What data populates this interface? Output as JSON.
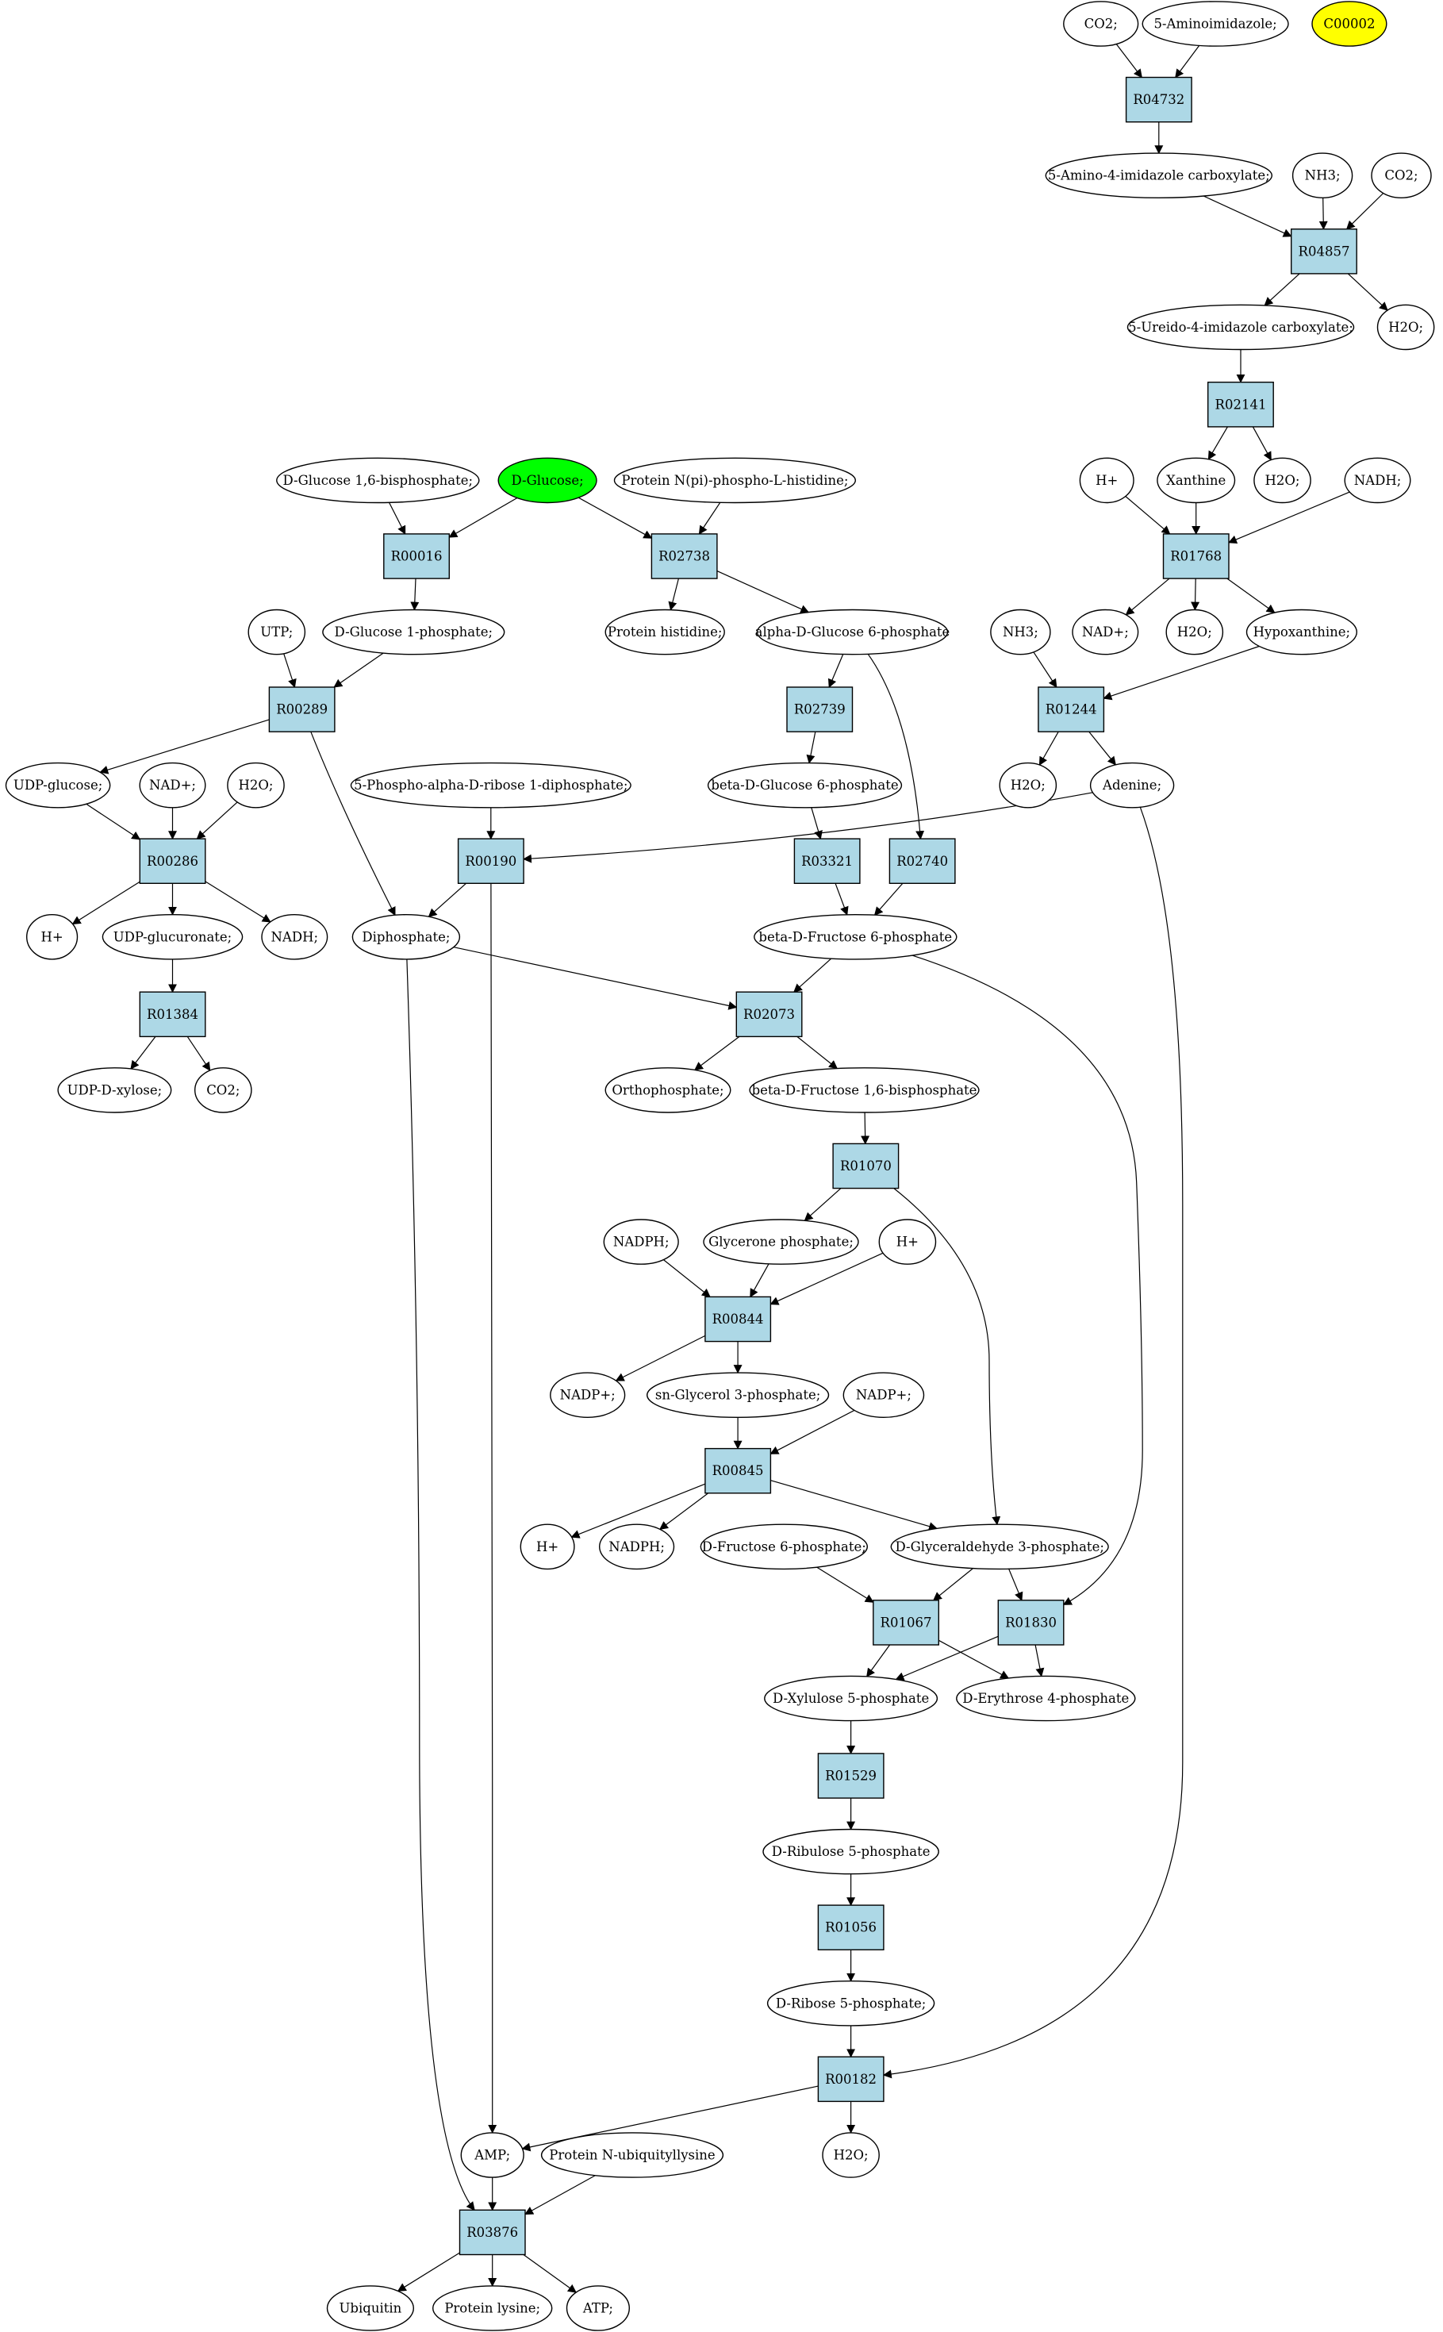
{
  "colors": {
    "reaction_fill": "#add8e6",
    "compound_fill": "#ffffff",
    "highlight_green": "#00ff00",
    "highlight_yellow": "#ffff00"
  },
  "nodes": {
    "co2_a": "CO2;",
    "aminoimidazole": "5-Aminoimidazole;",
    "c00002": "C00002",
    "r04732": "R04732",
    "amino_imid_carb": "5-Amino-4-imidazole carboxylate;",
    "nh3_a": "NH3;",
    "co2_b": "CO2;",
    "r04857": "R04857",
    "ureido": "5-Ureido-4-imidazole carboxylate;",
    "h2o_a": "H2O;",
    "r02141": "R02141",
    "g16bp": "D-Glucose 1,6-bisphosphate;",
    "dglucose": "D-Glucose;",
    "protein_nphis": "Protein N(pi)-phospho-L-histidine;",
    "hplus_a": "H+",
    "xanthine": "Xanthine",
    "h2o_b": "H2O;",
    "nadh_a": "NADH;",
    "r00016": "R00016",
    "r02738": "R02738",
    "r01768": "R01768",
    "utp": "UTP;",
    "g1p": "D-Glucose 1-phosphate;",
    "protein_his": "Protein histidine;",
    "ag6p": "alpha-D-Glucose 6-phosphate",
    "nadplus_a": "NAD+;",
    "h2o_c": "H2O;",
    "hypoxanthine": "Hypoxanthine;",
    "nh3_b": "NH3;",
    "r00289": "R00289",
    "r02739": "R02739",
    "r01244": "R01244",
    "udpglucose": "UDP-glucose;",
    "nadplus_b": "NAD+;",
    "h2o_d": "H2O;",
    "prpp": "5-Phospho-alpha-D-ribose 1-diphosphate;",
    "bg6p": "beta-D-Glucose 6-phosphate",
    "h2o_e": "H2O;",
    "adenine": "Adenine;",
    "r00286": "R00286",
    "r00190": "R00190",
    "r03321": "R03321",
    "r02740": "R02740",
    "hplus_b": "H+",
    "udpglucuronate": "UDP-glucuronate;",
    "nadh_b": "NADH;",
    "diphosphate": "Diphosphate;",
    "bf6p": "beta-D-Fructose 6-phosphate",
    "r01384": "R01384",
    "r02073": "R02073",
    "udpxylose": "UDP-D-xylose;",
    "co2_c": "CO2;",
    "orthophosphate": "Orthophosphate;",
    "bf16bp": "beta-D-Fructose 1,6-bisphosphate",
    "r01070": "R01070",
    "nadph_a": "NADPH;",
    "glycerone": "Glycerone phosphate;",
    "hplus_c": "H+",
    "r00844": "R00844",
    "nadpplus_a": "NADP+;",
    "g3p": "sn-Glycerol 3-phosphate;",
    "nadpplus_b": "NADP+;",
    "r00845": "R00845",
    "hplus_d": "H+",
    "nadph_b": "NADPH;",
    "df6p": "D-Fructose 6-phosphate;",
    "gap": "D-Glyceraldehyde 3-phosphate;",
    "r01067": "R01067",
    "r01830": "R01830",
    "xu5p": "D-Xylulose 5-phosphate",
    "e4p": "D-Erythrose 4-phosphate",
    "r01529": "R01529",
    "ru5p": "D-Ribulose 5-phosphate",
    "r01056": "R01056",
    "r5p": "D-Ribose 5-phosphate;",
    "r00182": "R00182",
    "amp": "AMP;",
    "protein_nubq": "Protein N-ubiquityllysine",
    "h2o_f": "H2O;",
    "r03876": "R03876",
    "ubiquitin": "Ubiquitin",
    "protein_lysine": "Protein lysine;",
    "atp": "ATP;"
  }
}
